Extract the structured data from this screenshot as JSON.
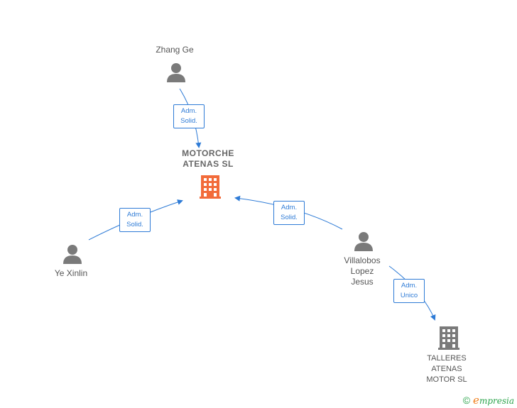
{
  "nodes": {
    "zhang_ge": {
      "label": "Zhang Ge",
      "type": "person"
    },
    "motorche": {
      "label": "MOTORCHE\nATENAS  SL",
      "type": "company-main"
    },
    "ye_xinlin": {
      "label": "Ye Xinlin",
      "type": "person"
    },
    "villalobos": {
      "label": "Villalobos\nLopez\nJesus",
      "type": "person"
    },
    "talleres": {
      "label": "TALLERES\nATENAS\nMOTOR SL",
      "type": "company"
    }
  },
  "edges": {
    "zhang_to_motorche": {
      "label": "Adm.\nSolid."
    },
    "ye_to_motorche": {
      "label": "Adm.\nSolid."
    },
    "villalobos_to_motorche": {
      "label": "Adm.\nSolid."
    },
    "villalobos_to_talleres": {
      "label": "Adm.\nUnico"
    }
  },
  "colors": {
    "edge": "#2e7bd6",
    "person_icon": "#7a7a7a",
    "company_main": "#f26b3a",
    "company": "#7a7a7a"
  },
  "footer": {
    "copyright": "©",
    "brand": "mpresia",
    "brand_initial": "e"
  }
}
